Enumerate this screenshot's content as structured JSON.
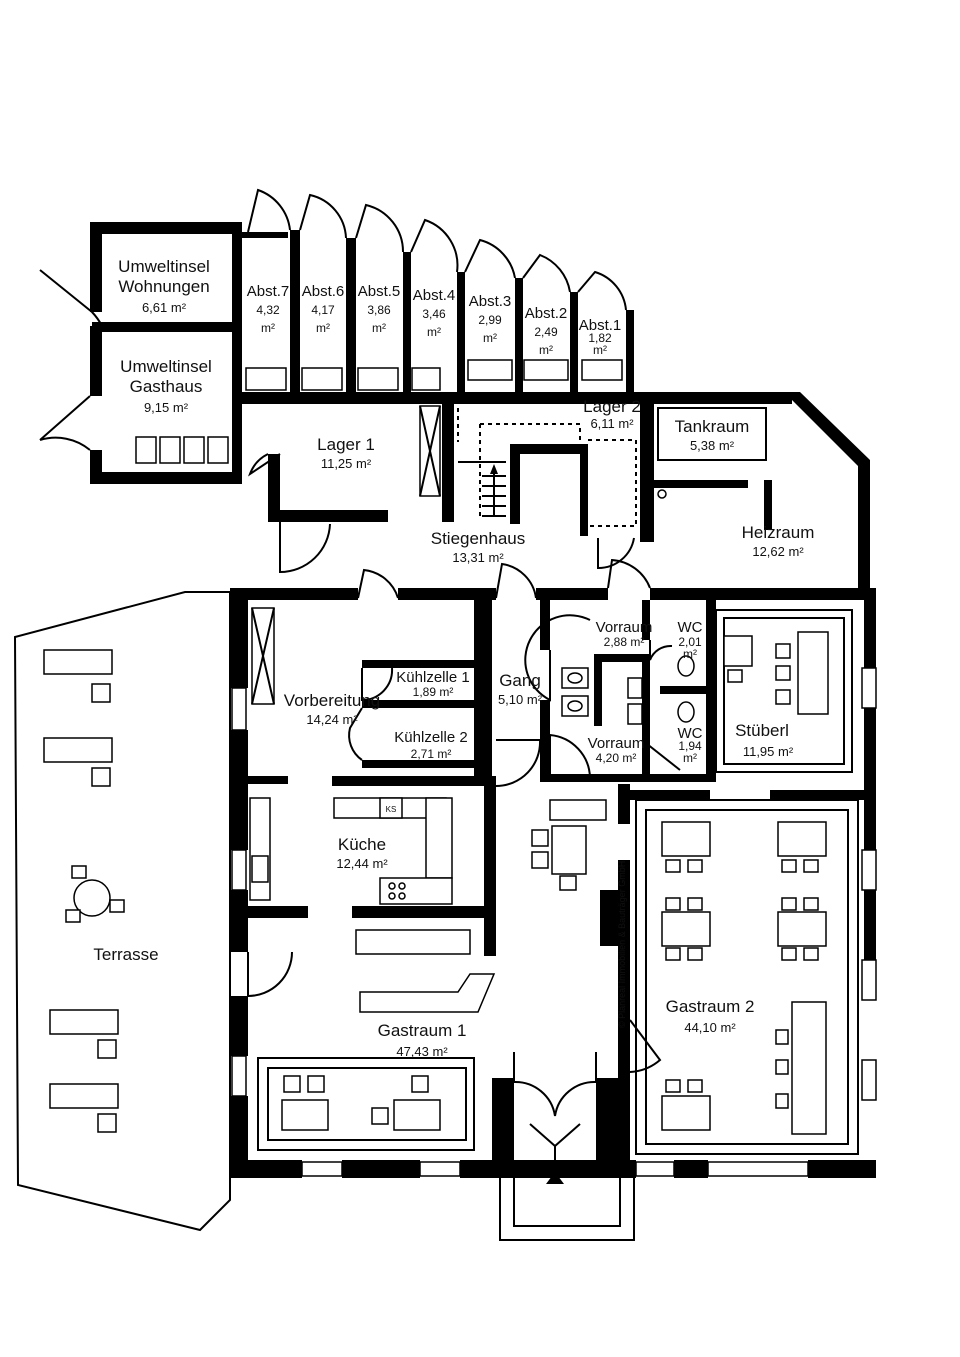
{
  "rooms": {
    "umweltinsel_wohnungen": {
      "name1": "Umweltinsel",
      "name2": "Wohnungen",
      "area": "6,61 m²"
    },
    "umweltinsel_gasthaus": {
      "name1": "Umweltinsel",
      "name2": "Gasthaus",
      "area": "9,15 m²"
    },
    "abst7": {
      "name": "Abst.7",
      "area1": "4,32",
      "area2": "m²"
    },
    "abst6": {
      "name": "Abst.6",
      "area1": "4,17",
      "area2": "m²"
    },
    "abst5": {
      "name": "Abst.5",
      "area1": "3,86",
      "area2": "m²"
    },
    "abst4": {
      "name": "Abst.4",
      "area1": "3,46",
      "area2": "m²"
    },
    "abst3": {
      "name": "Abst.3",
      "area1": "2,99",
      "area2": "m²"
    },
    "abst2": {
      "name": "Abst.2",
      "area1": "2,49",
      "area2": "m²"
    },
    "abst1": {
      "name": "Abst.1",
      "area1": "1,82",
      "area2": "m²"
    },
    "lager1": {
      "name": "Lager 1",
      "area": "11,25 m²"
    },
    "lager2": {
      "name": "Lager 2",
      "area": "6,11 m²"
    },
    "tankraum": {
      "name": "Tankraum",
      "area": "5,38 m²"
    },
    "heizraum": {
      "name": "Heizraum",
      "area": "12,62 m²"
    },
    "stiegenhaus": {
      "name": "Stiegenhaus",
      "area": "13,31 m²"
    },
    "vorbereitung": {
      "name": "Vorbereitung",
      "area": "14,24 m²"
    },
    "kuehlzelle1": {
      "name": "Kühlzelle 1",
      "area": "1,89 m²"
    },
    "kuehlzelle2": {
      "name": "Kühlzelle 2",
      "area": "2,71 m²"
    },
    "gang": {
      "name": "Gang",
      "area": "5,10 m²"
    },
    "vorraum1": {
      "name": "Vorraum",
      "area": "2,88 m²"
    },
    "vorraum2": {
      "name": "Vorraum",
      "area": "4,20 m²"
    },
    "wc1": {
      "name": "WC",
      "area1": "2,01",
      "area2": "m²"
    },
    "wc2": {
      "name": "WC",
      "area1": "1,94",
      "area2": "m²"
    },
    "stueberl": {
      "name": "Stüberl",
      "area": "11,95 m²"
    },
    "kueche": {
      "name": "Küche",
      "area": "12,44 m²"
    },
    "terrasse": {
      "name": "Terrasse"
    },
    "gastraum1": {
      "name": "Gastraum 1",
      "area": "47,43 m²"
    },
    "gastraum2": {
      "name": "Gastraum 2",
      "area": "44,10 m²"
    }
  },
  "labels": {
    "ks": "KS",
    "copyright": "© Planreal Immobilien & Bauträger GmbH"
  }
}
